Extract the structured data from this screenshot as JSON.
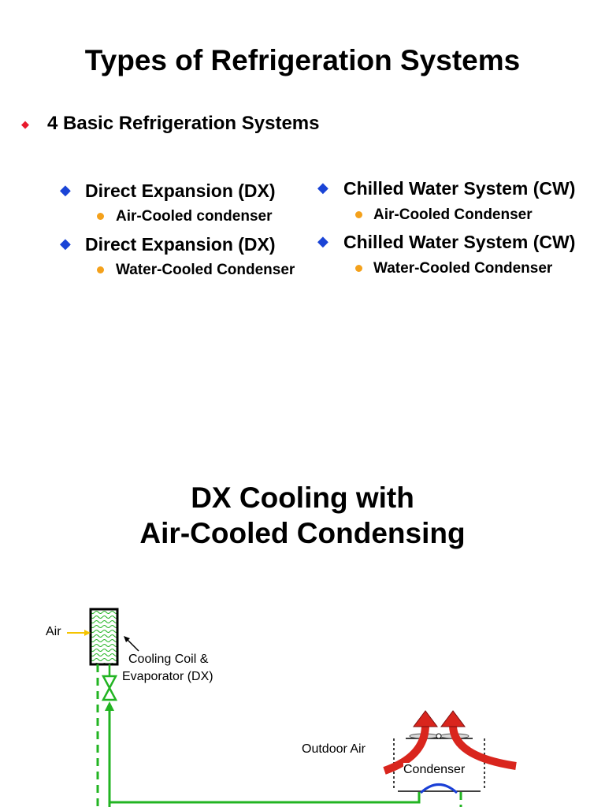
{
  "slide1": {
    "title": "Types of Refrigeration Systems",
    "main_bullet": "4 Basic Refrigeration Systems",
    "left_column": [
      {
        "heading": "Direct Expansion (DX)",
        "sub": "Air-Cooled condenser"
      },
      {
        "heading": "Direct Expansion (DX)",
        "sub": "Water-Cooled Condenser"
      }
    ],
    "right_column": [
      {
        "heading": "Chilled Water System (CW)",
        "sub": "Air-Cooled Condenser"
      },
      {
        "heading": "Chilled Water System (CW)",
        "sub": "Water-Cooled Condenser"
      }
    ]
  },
  "slide2": {
    "title_line1": "DX Cooling with",
    "title_line2": "Air-Cooled Condensing",
    "diagram": {
      "air_label": "Air",
      "coil_label_line1": "Cooling Coil &",
      "coil_label_line2": "Evaporator (DX)",
      "outdoor_air_label": "Outdoor Air",
      "condenser_label": "Condenser"
    }
  },
  "colors": {
    "red_diamond": "#e8192c",
    "blue_diamond": "#1a44d6",
    "orange_dot": "#f4a11b",
    "pipe_green": "#22b422",
    "arrow_red": "#d9251d",
    "air_arrow": "#f5c400",
    "fan_blue": "#1a3fd6"
  }
}
